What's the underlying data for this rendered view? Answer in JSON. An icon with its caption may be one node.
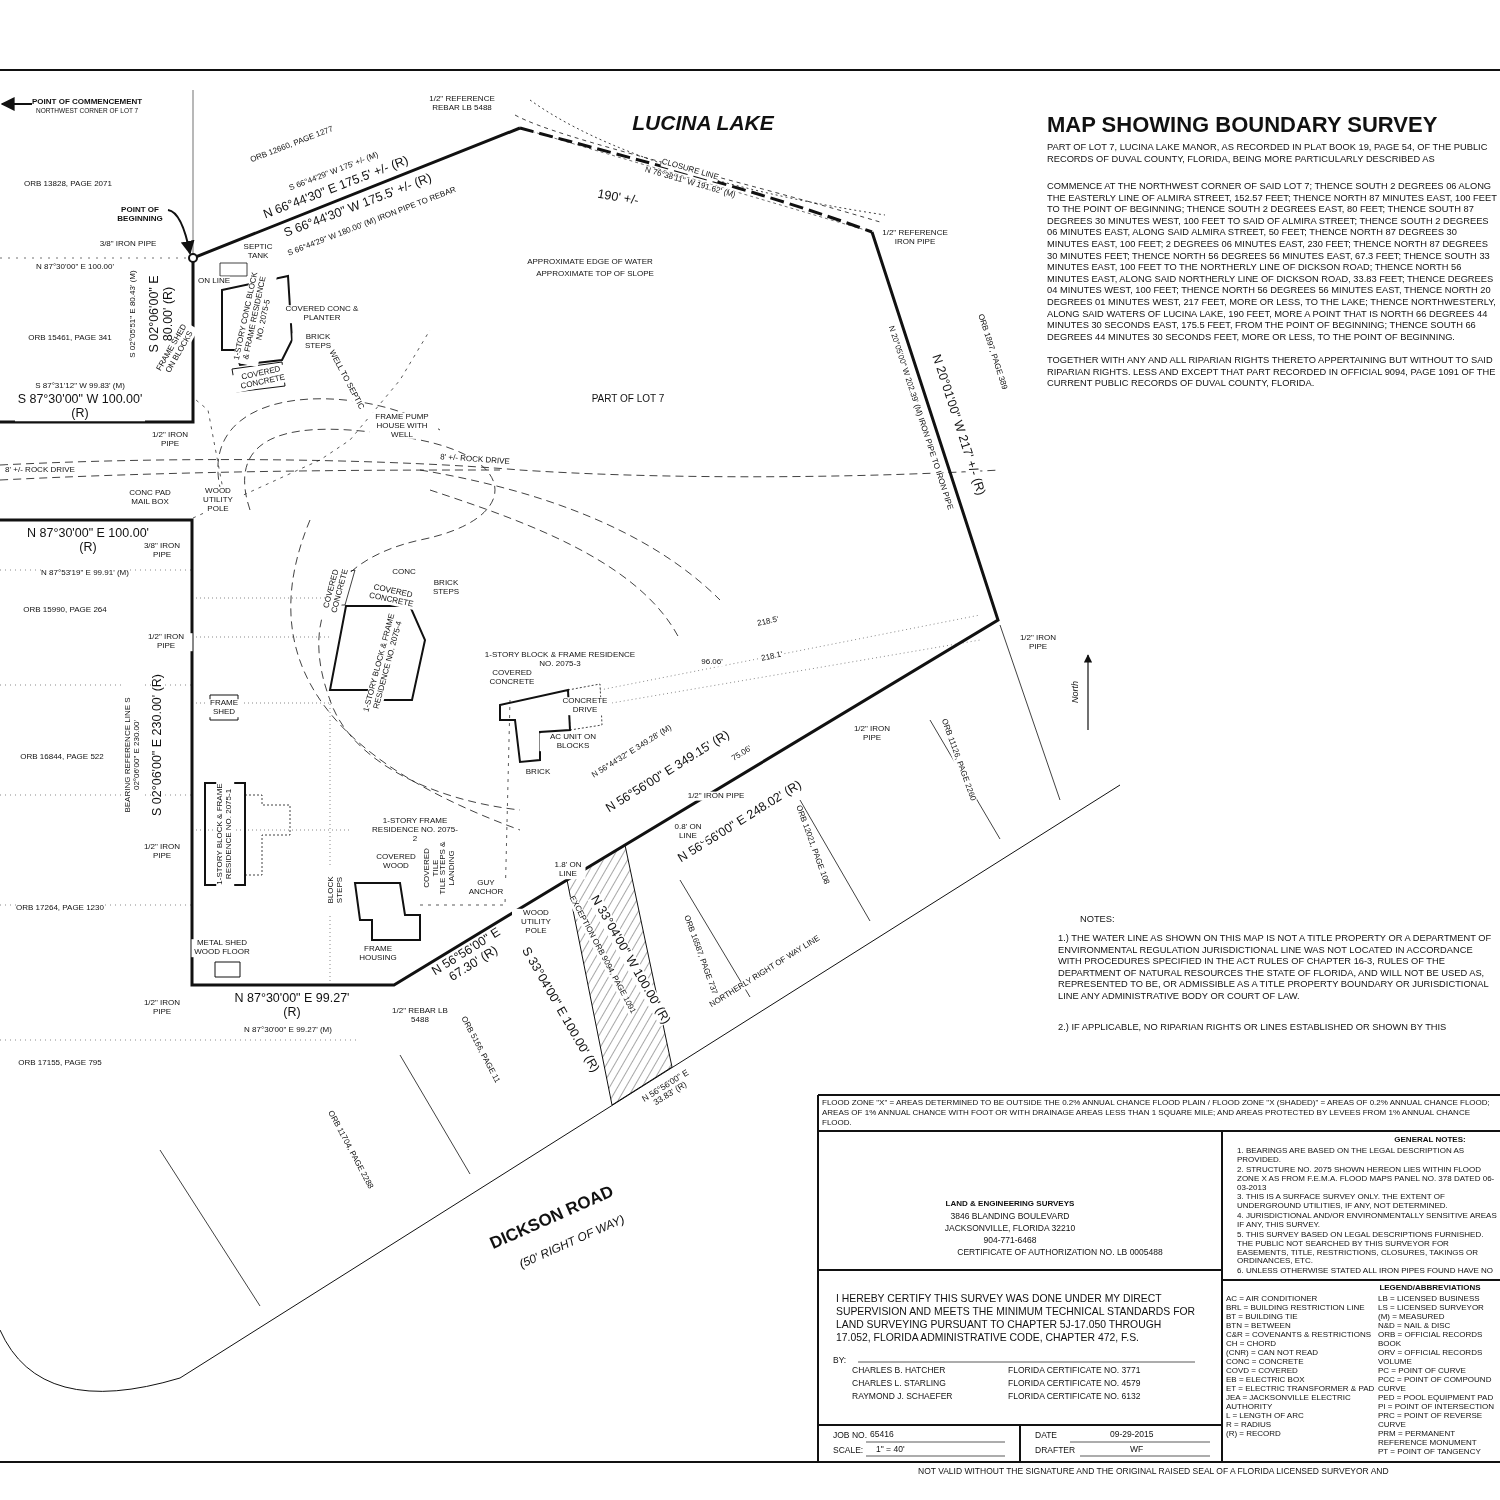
{
  "diagram": {
    "title": "MAP SHOWING BOUNDARY SURVEY",
    "nodes": [
      {
        "text": [
          "POINT OF COMMENCEMENT",
          "NORTHWEST CORNER OF LOT 7"
        ]
      },
      {
        "text": [
          "POINT OF BEGINNING"
        ]
      },
      {
        "text": [],
        "shape": "circle"
      }
    ],
    "edges": [
      {
        "from": 0,
        "to": null,
        "arrow": "to"
      },
      {
        "from": 1,
        "to": 2,
        "arrow": "to"
      }
    ],
    "labels": [
      "LUCINA LAKE",
      "PART OF LOT 7, LUCINA LAKE MANOR, AS RECORDED IN PLAT BOOK 19, PAGE 54, OF THE PUBLIC RECORDS OF DUVAL COUNTY, FLORIDA, BEING MORE PARTICULARLY DESCRIBED AS",
      "COMMENCE AT THE NORTHWEST CORNER OF SAID LOT 7; THENCE SOUTH 2 DEGREES 06 ALONG THE EASTERLY LINE OF ALMIRA STREET, 152.57 FEET; THENCE NORTH 87 MINUTES EAST, 100 FEET TO THE POINT OF BEGINNING; THENCE SOUTH 2 DEGREES EAST, 80 FEET; THENCE SOUTH 87 DEGREES 30 MINUTES WEST, 100 FEET TO SAID OF ALMIRA STREET; THENCE SOUTH 2 DEGREES 06 MINUTES EAST, ALONG SAID ALMIRA STREET, 50 FEET; THENCE NORTH 87 DEGREES 30 MINUTES EAST, 100 FEET; 2 DEGREES 06 MINUTES EAST, 230 FEET; THENCE NORTH 87 DEGREES 30 MINUTES FEET; THENCE NORTH 56 DEGREES 56 MINUTES EAST, 67.3 FEET; THENCE SOUTH 33 MINUTES EAST, 100 FEET TO THE NORTHERLY LINE OF DICKSON ROAD; THENCE NORTH 56 MINUTES EAST, ALONG SAID NORTHERLY LINE OF DICKSON ROAD, 33.83 FEET; THENCE DEGREES 04 MINUTES WEST, 100 FEET; THENCE NORTH 56 DEGREES 56 MINUTES EAST, THENCE NORTH 20 DEGREES 01 MINUTES WEST, 217 FEET, MORE OR LESS, TO THE LAKE; THENCE NORTHWESTERLY, ALONG SAID WATERS OF LUCINA LAKE, 190 FEET, MORE A POINT THAT IS NORTH 66 DEGREES 44 MINUTES 30 SECONDS EAST, 175.5 FEET, FROM THE POINT OF BEGINNING; THENCE SOUTH 66 DEGREES 44 MINUTES 30 SECONDS FEET, MORE OR LESS, TO THE POINT OF BEGINNING.",
      "TOGETHER WITH ANY AND ALL RIPARIAN RIGHTS THERETO APPERTAINING BUT WITHOUT TO SAID RIPARIAN RIGHTS. LESS AND EXCEPT THAT PART RECORDED IN OFFICIAL 9094, PAGE 1091 OF THE CURRENT PUBLIC RECORDS OF DUVAL COUNTY, FLORIDA.",
      "NOTES:",
      "1.) THE WATER LINE AS SHOWN ON THIS MAP IS NOT A TITLE PROPERTY OR A DEPARTMENT OF ENVIRONMENTAL REGULATION JURISDICTIONAL LINE WAS NOT LOCATED IN ACCORDANCE WITH PROCEDURES SPECIFIED IN THE ACT RULES OF CHAPTER 16-3, RULES OF THE DEPARTMENT OF NATURAL RESOURCES THE STATE OF FLORIDA, AND WILL NOT BE USED AS, REPRESENTED TO BE, OR ADMISSIBLE AS A TITLE PROPERTY BOUNDARY OR JURISDICTIONAL LINE ANY ADMINISTRATIVE BODY OR COURT OF LAW.",
      "2.) IF APPLICABLE, NO RIPARIAN RIGHTS OR LINES ESTABLISHED OR SHOWN BY THIS",
      "FLOOD ZONE \"X\" = AREAS DETERMINED TO BE OUTSIDE THE 0.2% ANNUAL CHANCE FLOOD PLAIN / FLOOD ZONE \"X (SHADED)\" = AREAS OF 0.2% ANNUAL CHANCE FLOOD; AREAS OF 1% ANNUAL CHANCE WITH FOOT OR WITH DRAINAGE AREAS LESS THAN 1 SQUARE MILE; AND AREAS PROTECTED BY LEVEES FROM 1% ANNUAL CHANCE FLOOD.",
      "LAND & ENGINEERING SURVEYS",
      "3846 BLANDING BOULEVARD",
      "JACKSONVILLE, FLORIDA 32210",
      "904-771-6468",
      "CERTIFICATE OF AUTHORIZATION NO. LB 0005488",
      "I HEREBY CERTIFY THIS SURVEY WAS DONE UNDER MY DIRECT SUPERVISION AND MEETS THE MINIMUM TECHNICAL STANDARDS FOR LAND SURVEYING PURSUANT TO CHAPTER 5J-17.050 THROUGH 17.052, FLORIDA ADMINISTRATIVE CODE, CHAPTER 472, F.S.",
      "BY:",
      "CHARLES B. HATCHER",
      "FLORIDA CERTIFICATE NO. 3771",
      "CHARLES L. STARLING",
      "FLORIDA CERTIFICATE NO. 4579",
      "RAYMOND J. SCHAEFER",
      "FLORIDA CERTIFICATE NO. 6132",
      "JOB NO.",
      "65416",
      "SCALE:",
      "1\" = 40'",
      "DATE",
      "09-29-2015",
      "DRAFTER",
      "WF",
      "NOT VALID WITHOUT THE SIGNATURE AND THE ORIGINAL RAISED SEAL OF A FLORIDA LICENSED SURVEYOR AND",
      "GENERAL NOTES:",
      "1. BEARINGS ARE BASED ON THE LEGAL DESCRIPTION AS PROVIDED.",
      "2. STRUCTURE NO. 2075 SHOWN HEREON LIES WITHIN FLOOD ZONE X AS FROM F.E.M.A. FLOOD MAPS PANEL NO. 378 DATED 06-03-2013",
      "3. THIS IS A SURFACE SURVEY ONLY. THE EXTENT OF UNDERGROUND UTILITIES, IF ANY, NOT DETERMINED.",
      "4. JURISDICTIONAL AND/OR ENVIRONMENTALLY SENSITIVE AREAS IF ANY, THIS SURVEY.",
      "5. THIS SURVEY BASED ON LEGAL DESCRIPTIONS FURNISHED. THE PUBLIC NOT SEARCHED BY THIS SURVEYOR FOR EASEMENTS, TITLE, RESTRICTIONS, CLOSURES, TAKINGS OR ORDINANCES, ETC.",
      "6. UNLESS OTHERWISE STATED ALL IRON PIPES FOUND HAVE NO",
      "LEGEND/ABBREVIATIONS",
      "AC = AIR CONDITIONER",
      "BRL = BUILDING RESTRICTION LINE",
      "BT = BUILDING TIE",
      "BTN = BETWEEN",
      "C&R = COVENANTS & RESTRICTIONS",
      "CH = CHORD",
      "(CNR) = CAN NOT READ",
      "CONC = CONCRETE",
      "COVD = COVERED",
      "EB = ELECTRIC BOX",
      "ET = ELECTRIC TRANSFORMER & PAD",
      "JEA = JACKSONVILLE ELECTRIC AUTHORITY",
      "L = LENGTH OF ARC",
      "LB = LICENSED BUSINESS",
      "LS = LICENSED SURVEYOR",
      "(M) = MEASURED",
      "N&D = NAIL & DISC",
      "ORB = OFFICIAL RECORDS BOOK",
      "ORV = OFFICIAL RECORDS VOLUME",
      "PC = POINT OF CURVE",
      "PCC = POINT OF COMPOUND CURVE",
      "PED = POOL EQUIPMENT PAD",
      "PI = POINT OF INTERSECTION",
      "PRC = POINT OF REVERSE CURVE",
      "PRM = PERMANENT REFERENCE MONUMENT",
      "PT = POINT OF TANGENCY",
      "R = RADIUS",
      "(R) = RECORD",
      "ORB 13828, PAGE 2071",
      "ORB 12660, PAGE 1277",
      "S 66°44'29\" W 175' +/- (M)",
      "N 66°44'30\" E 175.5' +/- (R)",
      "S 66°44'30\" W 175.5' +/- (R)",
      "S 66°44'29\" W 180.00' (M) IRON PIPE TO REBAR",
      "1/2\" REFERENCE REBAR LB 5488",
      "N 76°38'11\" W 191.62' (M)",
      "CLOSURE LINE",
      "190' +/-",
      "APPROXIMATE EDGE OF WATER",
      "APPROXIMATE TOP OF SLOPE",
      "3/8\" IRON PIPE",
      "N 87°30'00\" E 100.00'",
      "ON LINE",
      "1/2\" REFERENCE IRON PIPE",
      "SEPTIC TANK",
      "S 02°05'51\" E 80.43' (M)",
      "S 02°06'00\" E 80.00' (R)",
      "ORB 15461, PAGE 341",
      "FRAME SHED ON BLOCKS",
      "S 87°31'12\" W 99.83' (M)",
      "S 87°30'00\" W 100.00' (R)",
      "1/2\" IRON PIPE",
      "COVERED CONC & PLANTER",
      "BRICK STEPS",
      "COVERED CONCRETE",
      "1-STORY CONC BLOCK & FRAME RESIDENCE NO. 2075-5",
      "WELL TO SEPTIC",
      "FRAME PUMP HOUSE WITH WELL",
      "PART OF LOT 7",
      "8' +/- ROCK DRIVE",
      "8' +/- ROCK DRIVE",
      "CONC PAD MAIL BOX",
      "WOOD UTILITY POLE",
      "N 87°30'00\" E 100.00' (R)",
      "3/8\" IRON PIPE",
      "N 87°53'19\" E 99.91' (M)",
      "ORB 15990, PAGE 264",
      "1/2\" IRON PIPE",
      "BEARING REFERENCE LINE S 02°06'00\" E 230.00'",
      "S 02°06'00\" E 230.00' (R)",
      "ORB 16844, PAGE 522",
      "FRAME SHED",
      "1-STORY BLOCK & FRAME RESIDENCE NO. 2075-1",
      "1/2\" IRON PIPE",
      "ORB 17264, PAGE 1230",
      "METAL SHED WOOD FLOOR",
      "N 87°30'00\" E 99.27' (R)",
      "N 87°30'00\" E 99.27' (M)",
      "1/2\" IRON PIPE",
      "ORB 17155, PAGE 795",
      "1-STORY BLOCK & FRAME RESIDENCE NO. 2075-4",
      "COVERED CONCRETE",
      "CONC",
      "BRICK STEPS",
      "COVERED CONCRETE",
      "1-STORY BLOCK & FRAME RESIDENCE NO. 2075-3",
      "COVERED CONCRETE",
      "CONCRETE DRIVE",
      "AC UNIT ON BLOCKS",
      "BRICK",
      "1-STORY FRAME RESIDENCE NO. 2075-2",
      "COVERED WOOD",
      "COVERED TILE",
      "TILE STEPS & LANDING",
      "BLOCK STEPS",
      "FRAME HOUSING",
      "GUY ANCHOR",
      "WOOD UTILITY POLE",
      "1/2\" REBAR LB 5488",
      "N 56°56'00\" E 67.30' (R)",
      "S 33°04'00\" E 100.00' (R)",
      "N 33°04'00\" W 100.00' (R)",
      "EXCEPTION ORB 9094, PAGE 1091",
      "ORB 5166, PAGE 11",
      "ORB 11704, PAGE 2288",
      "N 56°56'00\" E 33.83' (R)",
      "NORTHERLY RIGHT OF WAY LINE",
      "DICKSON ROAD",
      "(50' RIGHT OF WAY)",
      "N 56°44'32\" E 349.28' (M)",
      "N 56°56'00\" E 349.15' (R)",
      "N 56°56'00\" E 248.02' (R)",
      "ORB 16587, PAGE 737",
      "ORB 12021, PAGE 108",
      "ORB 11126, PAGE 2260",
      "1/2\" IRON PIPE",
      "1/2\" IRON PIPE",
      "1.8' ON LINE",
      "0.8' ON LINE",
      "1/2\" IRON PIPE",
      "N 20°01'00\" W 217' +/- (R)",
      "N 20°05'00\" W 202.39' (M) IRON PIPE TO IRON PIPE",
      "ORB 1897, PAGE 389",
      "218.5'",
      "218.1'",
      "96.06'",
      "75.06'",
      "North"
    ]
  }
}
